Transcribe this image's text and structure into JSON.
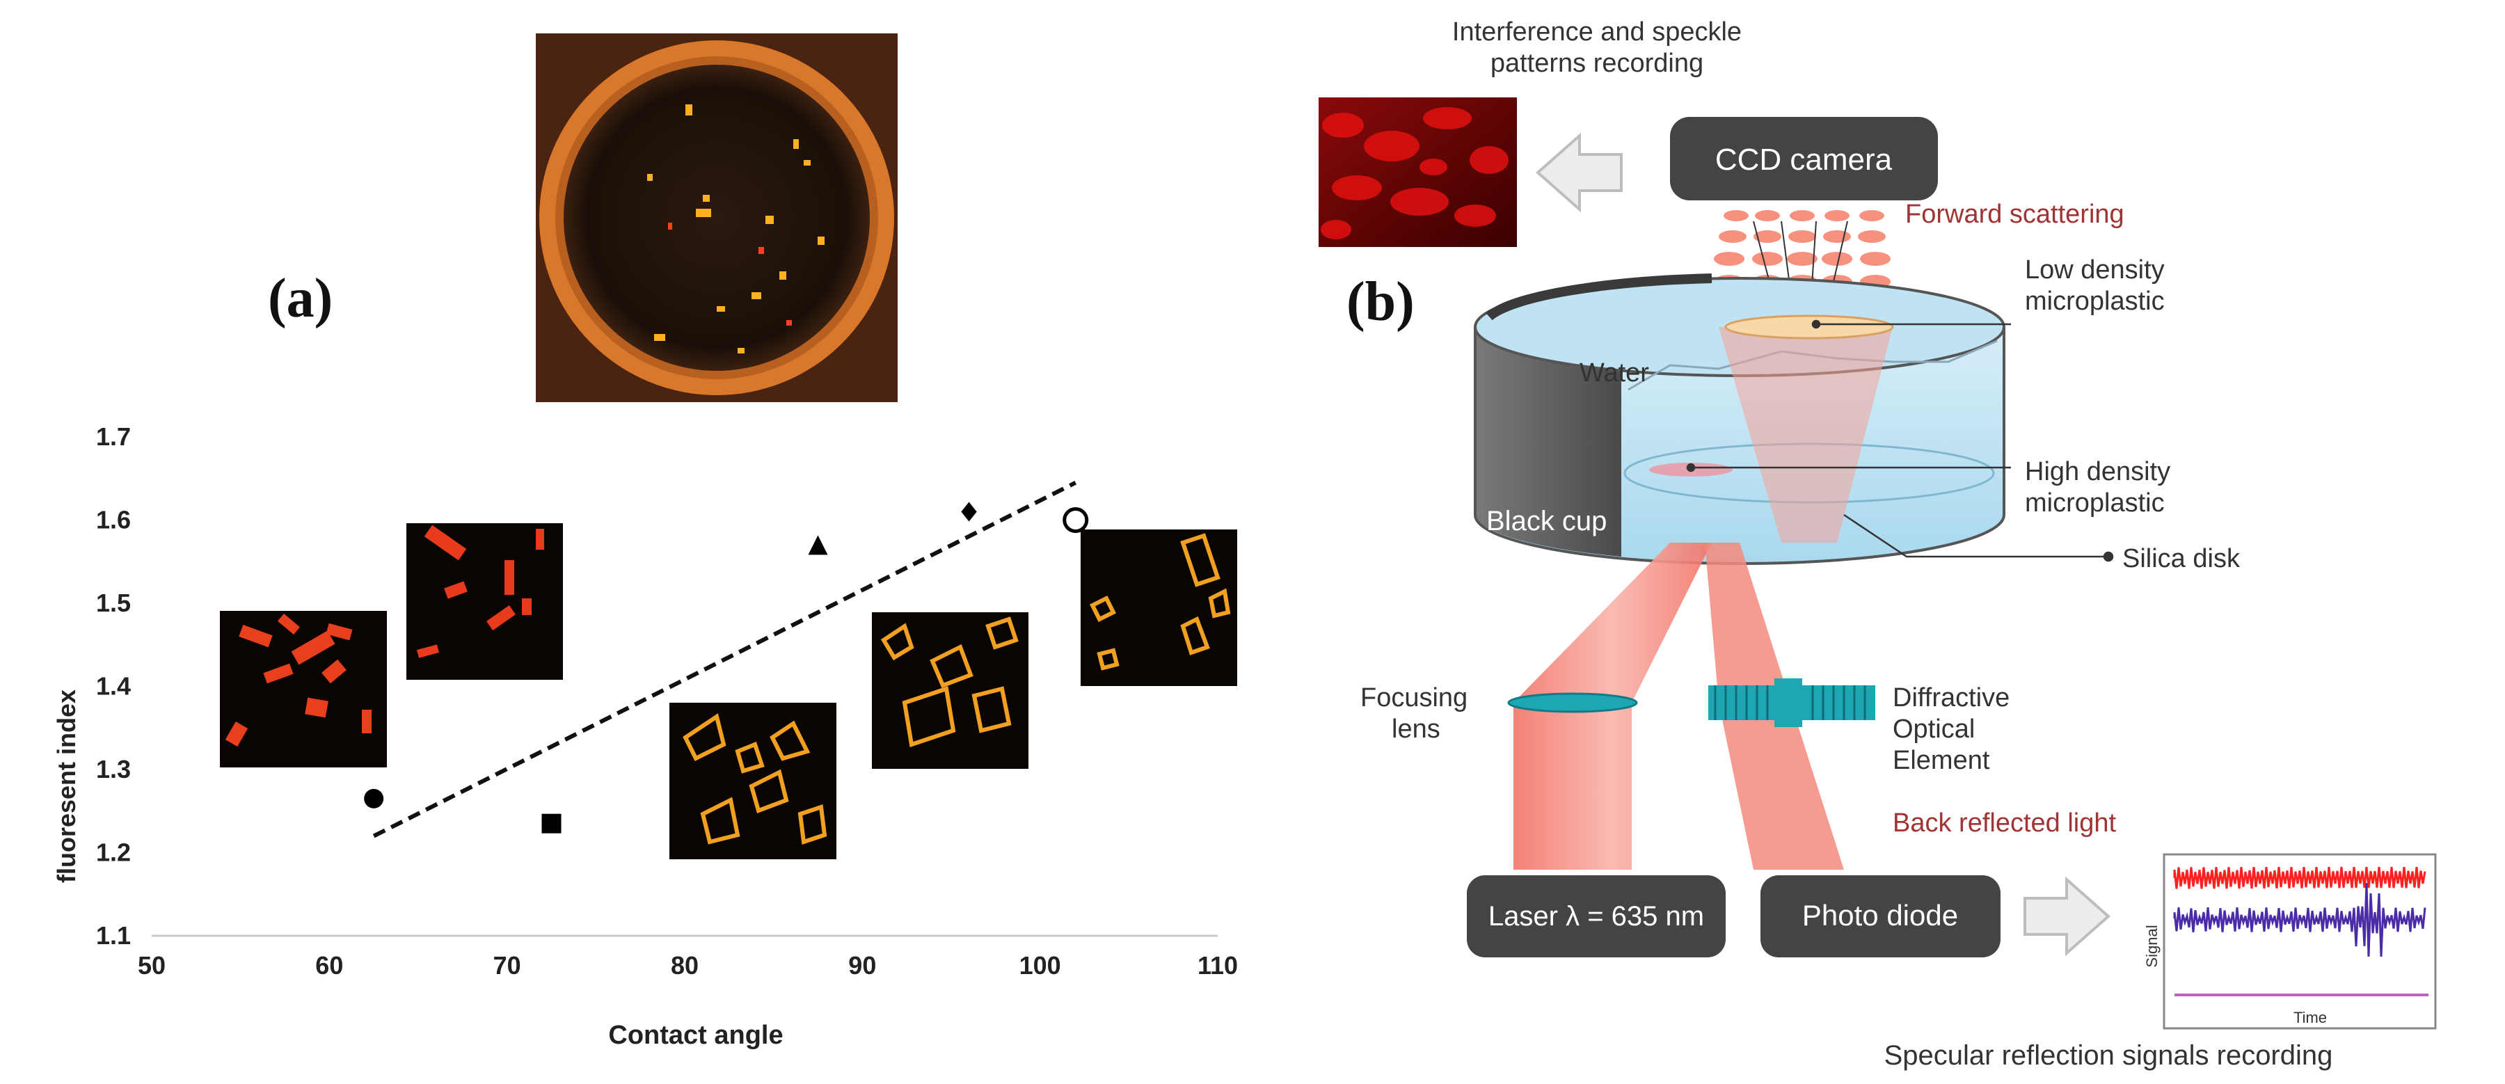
{
  "panel_a": {
    "label": "(a)",
    "chart": {
      "ylabel": "fluoresent index",
      "xlabel": "Contact angle"
    }
  },
  "panel_b": {
    "label": "(b)",
    "speckle_title_line1": "Interference and speckle",
    "speckle_title_line2": "patterns recording",
    "ccd_camera": "CCD camera",
    "forward_scattering": "Forward scattering",
    "water": "Water",
    "low_density_line1": "Low density",
    "low_density_line2": "microplastic",
    "high_density_line1": "High density",
    "high_density_line2": "microplastic",
    "black_cup": "Black cup",
    "silica_disk": "Silica disk",
    "focusing_lens_line1": "Focusing",
    "focusing_lens_line2": "lens",
    "doe_line1": "Diffractive",
    "doe_line2": "Optical",
    "doe_line3": "Element",
    "back_reflected": "Back reflected light",
    "laser": "Laser λ = 635 nm",
    "photo_diode": "Photo diode",
    "signal_ylabel": "Signal",
    "signal_xlabel": "Time",
    "specular_caption": "Specular reflection signals recording"
  },
  "colors": {
    "beam": "#f4837a",
    "box": "#444444",
    "lens": "#1fa6b3",
    "water": "#bfe3f2",
    "accent_red": "#a03434"
  },
  "chart_data": {
    "type": "scatter",
    "xlabel": "Contact angle",
    "ylabel": "fluoresent index",
    "xlim": [
      50,
      110
    ],
    "ylim": [
      1.1,
      1.7
    ],
    "xticks": [
      50,
      60,
      70,
      80,
      90,
      100,
      110
    ],
    "yticks": [
      1.1,
      1.2,
      1.3,
      1.4,
      1.5,
      1.6,
      1.7
    ],
    "grid": false,
    "points": [
      {
        "x": 62.5,
        "y": 1.265,
        "marker": "circle"
      },
      {
        "x": 72.5,
        "y": 1.235,
        "marker": "square"
      },
      {
        "x": 87.5,
        "y": 1.57,
        "marker": "triangle"
      },
      {
        "x": 96,
        "y": 1.61,
        "marker": "diamond"
      },
      {
        "x": 102,
        "y": 1.6,
        "marker": "open-circle"
      }
    ],
    "trendline": {
      "style": "dashed",
      "x": [
        62.5,
        102
      ],
      "y": [
        1.22,
        1.645
      ]
    }
  }
}
